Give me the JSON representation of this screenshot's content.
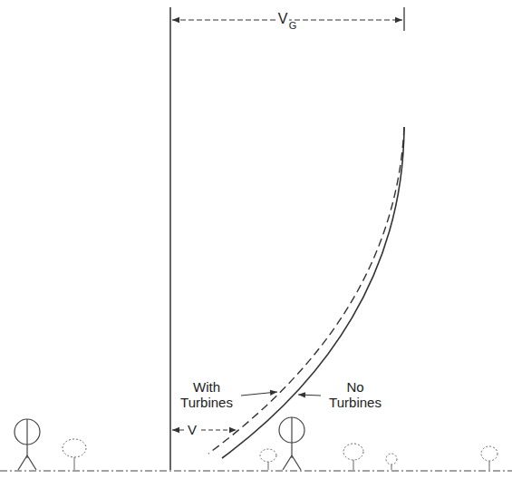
{
  "diagram": {
    "labels": [
      "V",
      "G",
      "With Turbines",
      "No Turbines",
      "V"
    ]
  }
}
